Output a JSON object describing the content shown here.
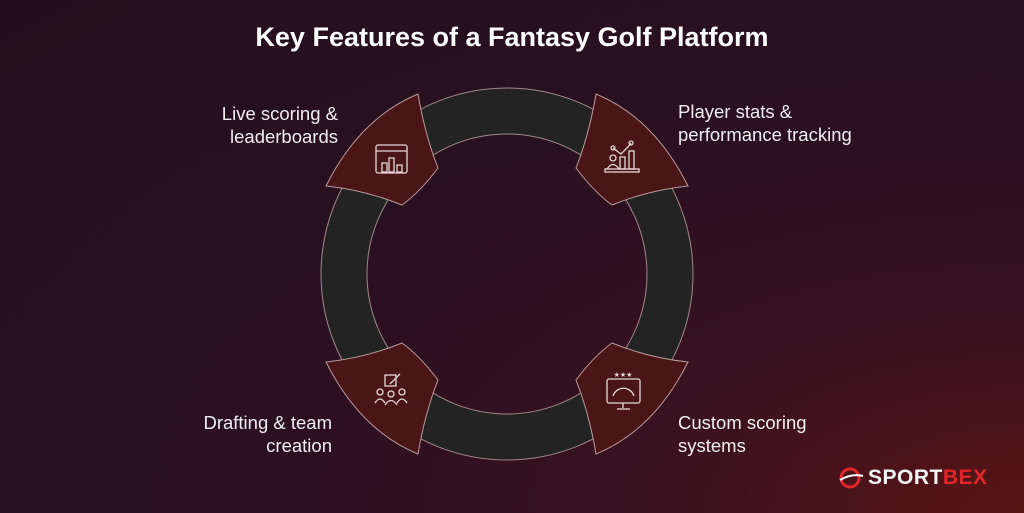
{
  "title": "Key Features of a Fantasy Golf Platform",
  "features": [
    {
      "label_line1": "Live scoring &",
      "label_line2": "leaderboards",
      "icon": "leaderboard-icon"
    },
    {
      "label_line1": "Player stats &",
      "label_line2": "performance tracking",
      "icon": "stats-chart-icon"
    },
    {
      "label_line1": "Custom scoring",
      "label_line2": "systems",
      "icon": "scoring-monitor-icon"
    },
    {
      "label_line1": "Drafting & team",
      "label_line2": "creation",
      "icon": "team-draft-icon"
    }
  ],
  "logo": {
    "part1": "SPORT",
    "part2": "BEX"
  },
  "colors": {
    "ring": "#232323",
    "arrow": "#4a1517",
    "stroke": "#b89a9a",
    "brand_red": "#e0262a"
  }
}
